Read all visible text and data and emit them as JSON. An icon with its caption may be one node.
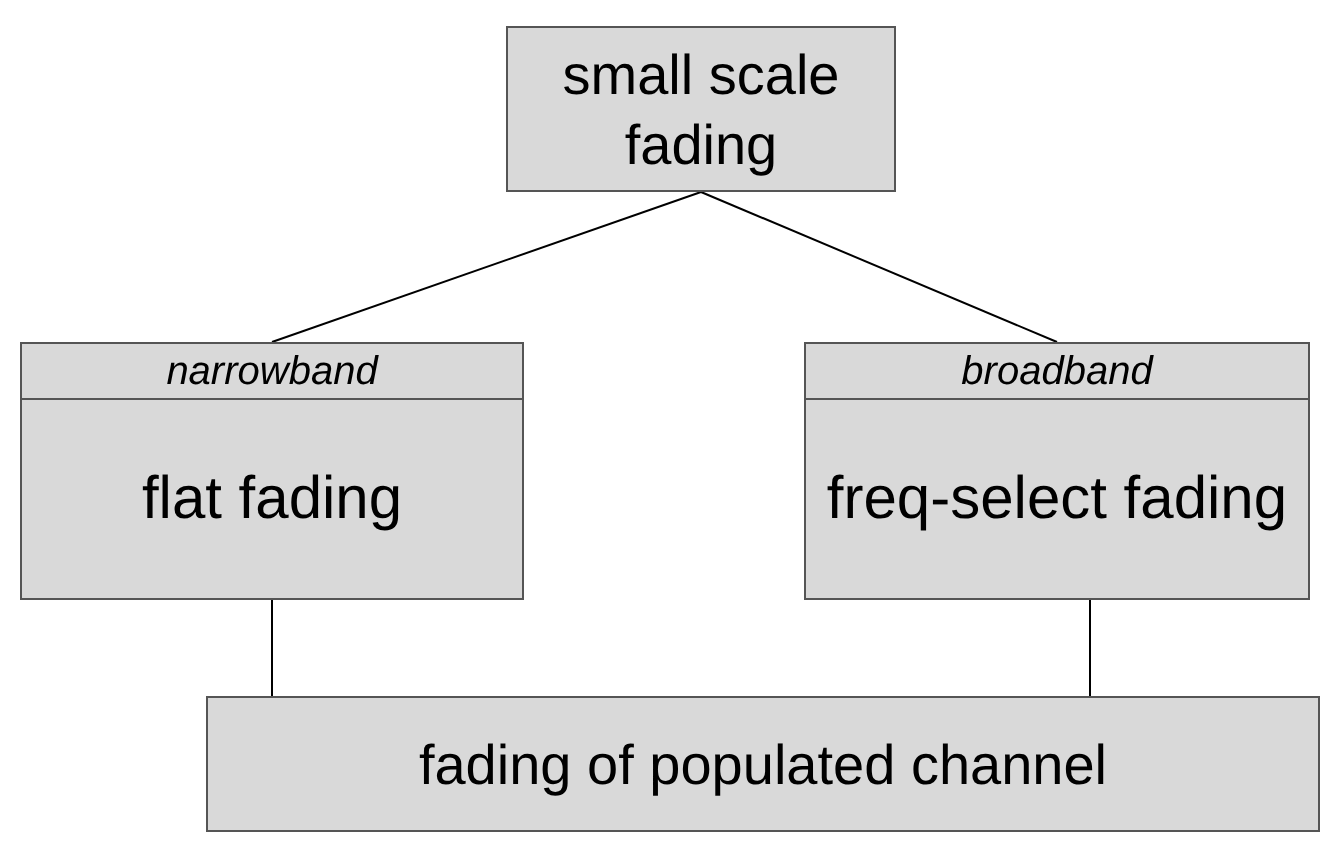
{
  "diagram": {
    "nodes": [
      {
        "text": [
          "small scale fading"
        ]
      },
      {
        "text": [
          "narrowband",
          "flat fading"
        ]
      },
      {
        "text": [
          "broadband",
          "freq-select fading"
        ]
      },
      {
        "text": [
          "fading of populated channel"
        ]
      }
    ],
    "edges": [
      {
        "from": 0,
        "to": 1,
        "arrow": "none"
      },
      {
        "from": 0,
        "to": 2,
        "arrow": "none"
      },
      {
        "from": 1,
        "to": 3,
        "arrow": "none"
      },
      {
        "from": 2,
        "to": 3,
        "arrow": "none"
      }
    ]
  }
}
